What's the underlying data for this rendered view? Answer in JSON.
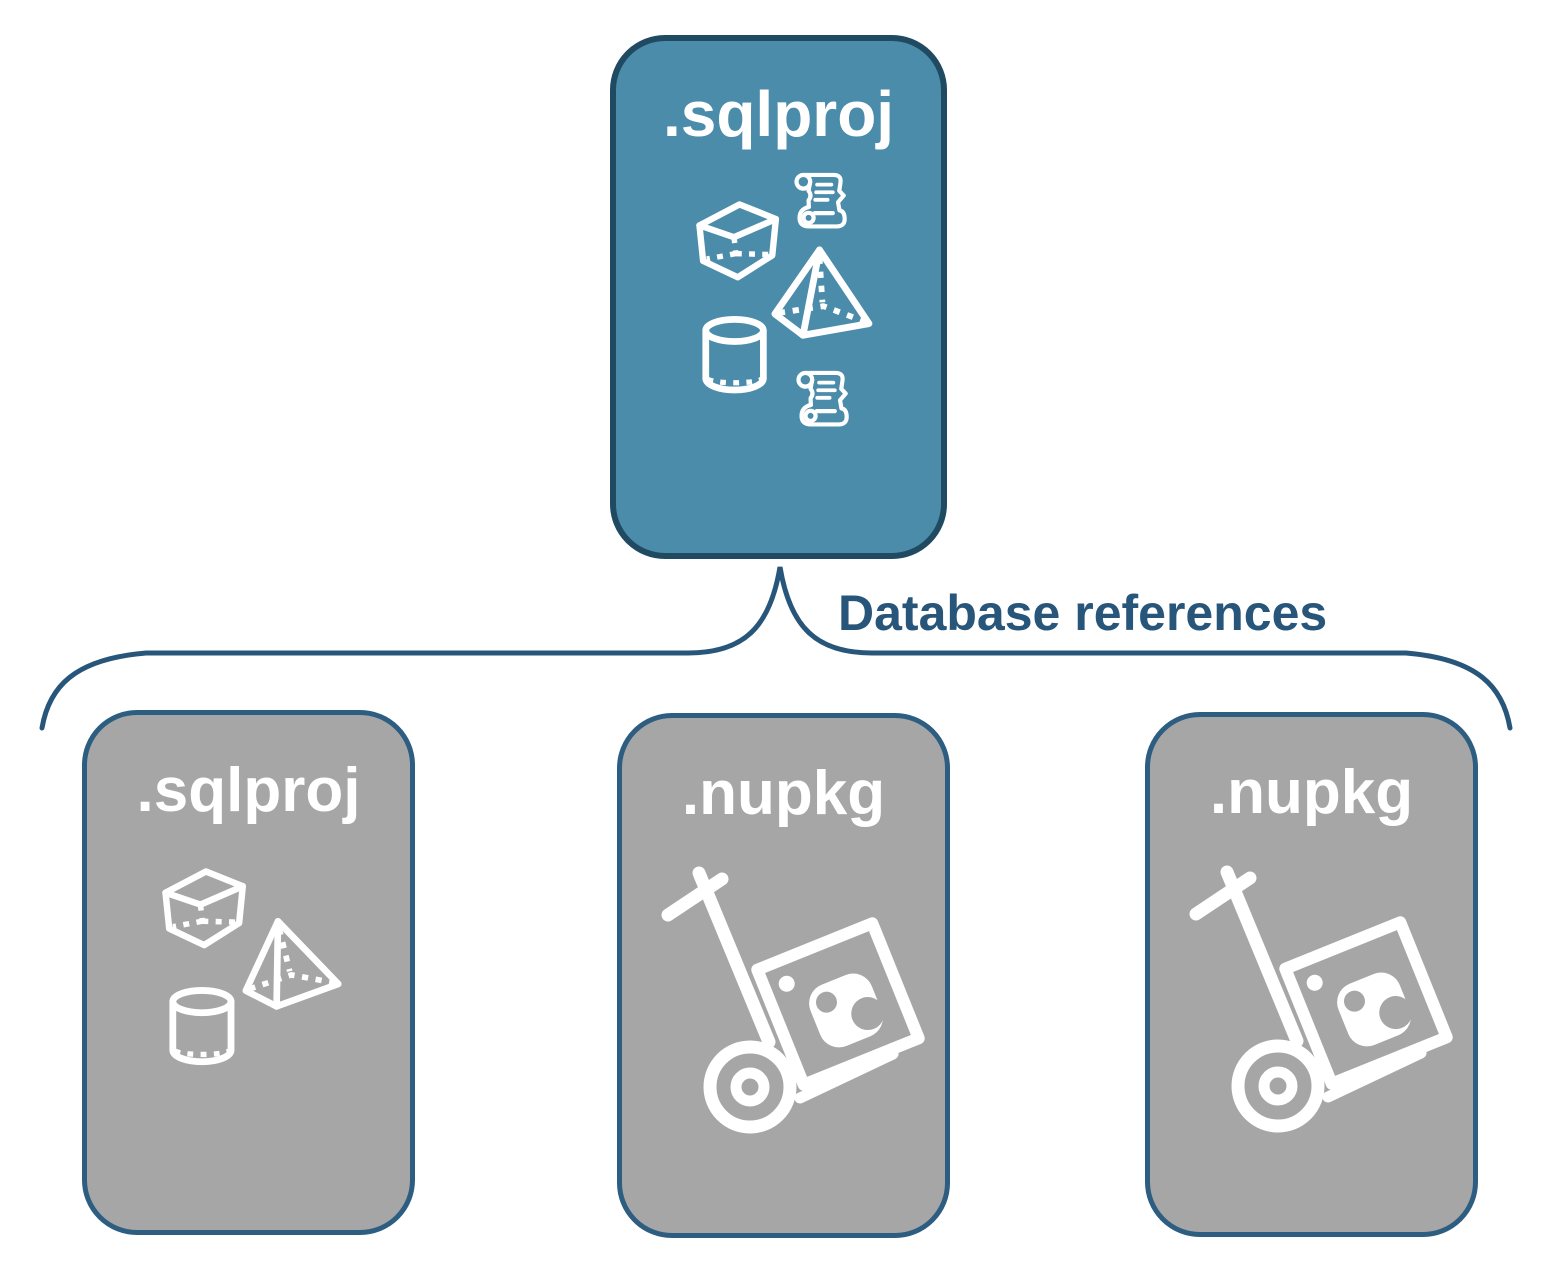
{
  "diagram": {
    "parent_box": {
      "label": ".sqlproj",
      "icons": [
        "cube-icon",
        "script-scroll-icon",
        "pyramid-icon",
        "database-cylinder-icon",
        "script-scroll-icon"
      ]
    },
    "connector": {
      "label": "Database references",
      "shape": "curly-brace"
    },
    "child_boxes": [
      {
        "label": ".sqlproj",
        "icons": [
          "cube-icon",
          "pyramid-icon",
          "database-cylinder-icon"
        ]
      },
      {
        "label": ".nupkg",
        "icons": [
          "package-dolly-icon"
        ]
      },
      {
        "label": ".nupkg",
        "icons": [
          "package-dolly-icon"
        ]
      }
    ]
  },
  "colors": {
    "parent-fill": "#4A8CA9",
    "parent-border": "#1F4A61",
    "child-fill": "#A6A6A6",
    "child-border": "#2D5E81",
    "connector": "#28567A",
    "box-label": "#FFFFFF",
    "icon": "#FFFFFF",
    "page-bg": "#FFFFFF"
  }
}
